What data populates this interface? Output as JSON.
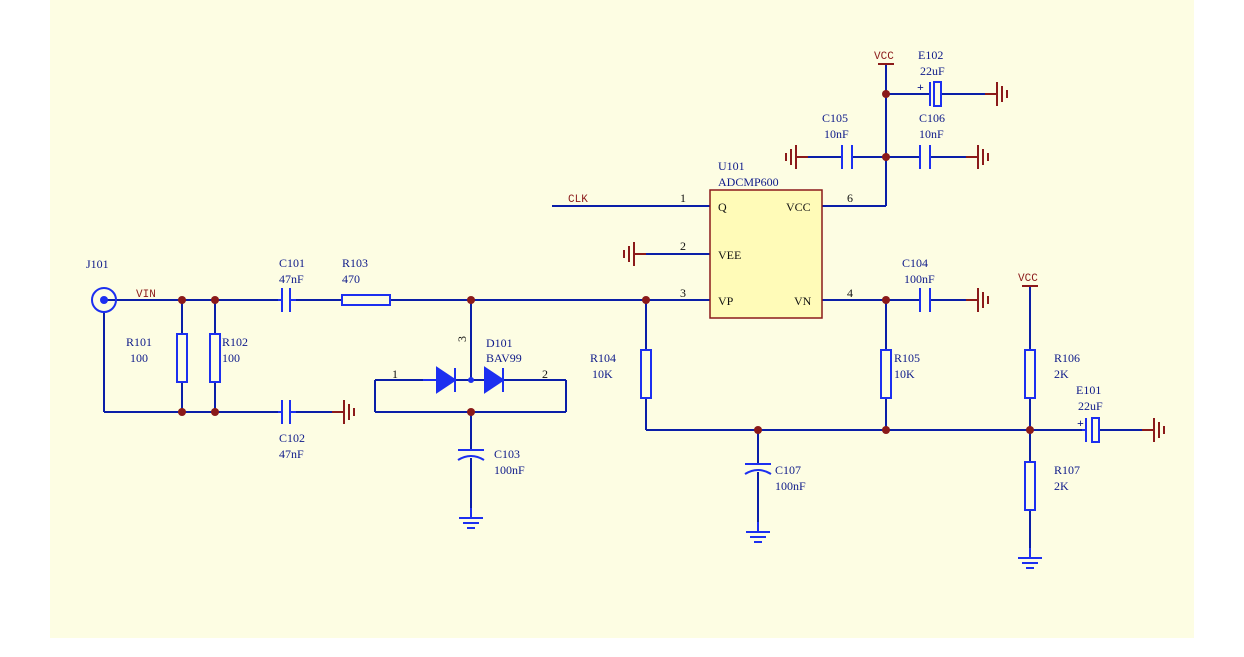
{
  "components": {
    "j101": {
      "ref": "J101"
    },
    "r101": {
      "ref": "R101",
      "value": "100"
    },
    "r102": {
      "ref": "R102",
      "value": "100"
    },
    "c101": {
      "ref": "C101",
      "value": "47nF"
    },
    "c102": {
      "ref": "C102",
      "value": "47nF"
    },
    "r103": {
      "ref": "R103",
      "value": "470"
    },
    "d101": {
      "ref": "D101",
      "value": "BAV99",
      "pins": [
        "1",
        "2",
        "3"
      ]
    },
    "c103": {
      "ref": "C103",
      "value": "100nF"
    },
    "r104": {
      "ref": "R104",
      "value": "10K"
    },
    "c107": {
      "ref": "C107",
      "value": "100nF"
    },
    "u101": {
      "ref": "U101",
      "value": "ADCMP600",
      "pins": {
        "q": "Q",
        "vee": "VEE",
        "vp": "VP",
        "vcc": "VCC",
        "vn": "VN"
      },
      "pin_numbers": {
        "q": "1",
        "vee": "2",
        "vp": "3",
        "vcc": "6",
        "vn": "4"
      }
    },
    "c104": {
      "ref": "C104",
      "value": "100nF"
    },
    "c105": {
      "ref": "C105",
      "value": "10nF"
    },
    "c106": {
      "ref": "C106",
      "value": "10nF"
    },
    "e102": {
      "ref": "E102",
      "value": "22uF",
      "polarity": "+"
    },
    "r105": {
      "ref": "R105",
      "value": "10K"
    },
    "r106": {
      "ref": "R106",
      "value": "2K"
    },
    "r107": {
      "ref": "R107",
      "value": "2K"
    },
    "e101": {
      "ref": "E101",
      "value": "22uF",
      "polarity": "+"
    }
  },
  "nets": {
    "vin": "VIN",
    "clk": "CLK",
    "vcc_top": "VCC",
    "vcc_right": "VCC"
  },
  "colors": {
    "background": "#fdfde3",
    "wire": "#0a1ea8",
    "component": "#1c2ff0",
    "ground": "#8b1a1a",
    "junction": "#8b1a1a"
  }
}
